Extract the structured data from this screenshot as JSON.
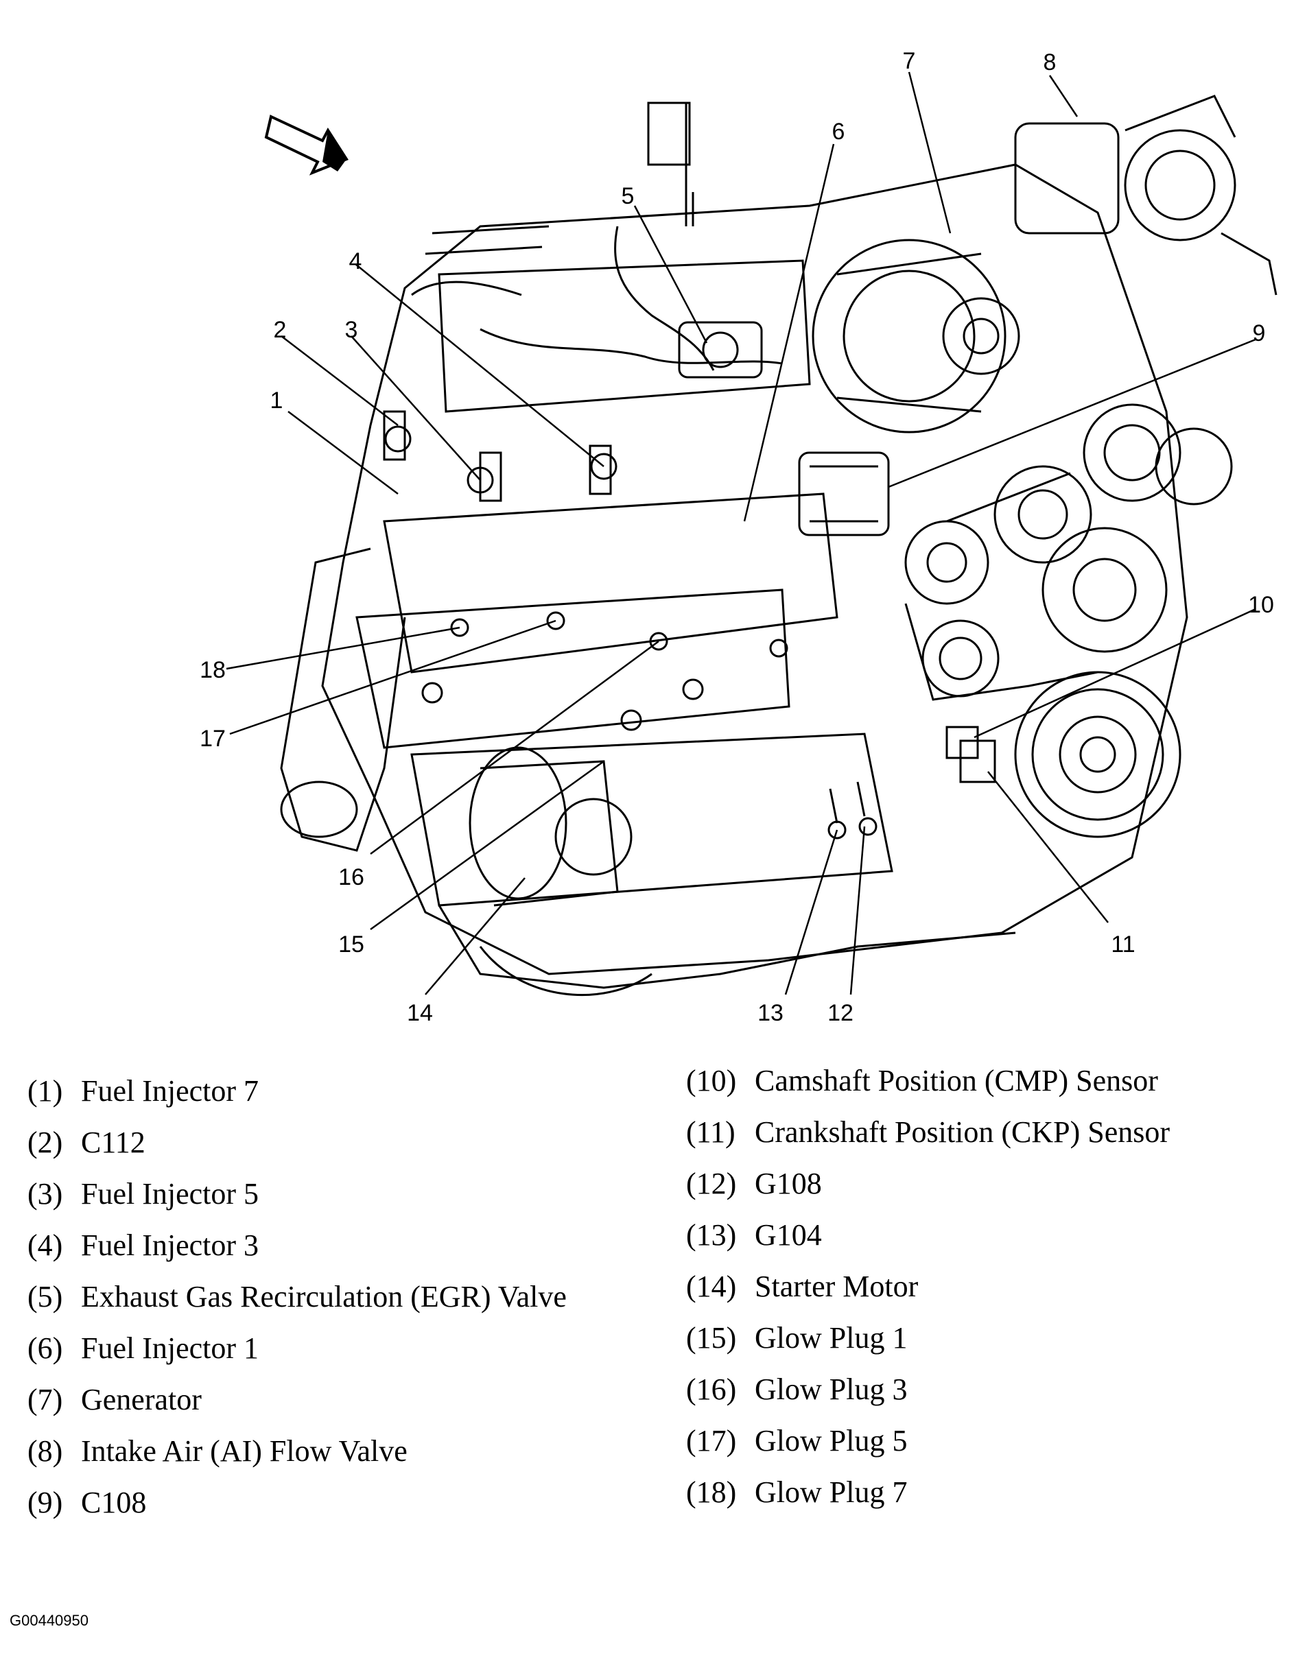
{
  "figure_id": "G00440950",
  "callouts": [
    {
      "num": "1"
    },
    {
      "num": "2"
    },
    {
      "num": "3"
    },
    {
      "num": "4"
    },
    {
      "num": "5"
    },
    {
      "num": "6"
    },
    {
      "num": "7"
    },
    {
      "num": "8"
    },
    {
      "num": "9"
    },
    {
      "num": "10"
    },
    {
      "num": "11"
    },
    {
      "num": "12"
    },
    {
      "num": "13"
    },
    {
      "num": "14"
    },
    {
      "num": "15"
    },
    {
      "num": "16"
    },
    {
      "num": "17"
    },
    {
      "num": "18"
    }
  ],
  "legend": {
    "left": [
      {
        "num": "(1)",
        "text": "Fuel Injector 7"
      },
      {
        "num": "(2)",
        "text": "C112"
      },
      {
        "num": "(3)",
        "text": "Fuel Injector 5"
      },
      {
        "num": "(4)",
        "text": "Fuel Injector 3"
      },
      {
        "num": "(5)",
        "text": "Exhaust Gas Recirculation (EGR) Valve"
      },
      {
        "num": "(6)",
        "text": "Fuel Injector 1"
      },
      {
        "num": "(7)",
        "text": "Generator"
      },
      {
        "num": "(8)",
        "text": "Intake Air (AI) Flow Valve"
      },
      {
        "num": "(9)",
        "text": "C108"
      }
    ],
    "right": [
      {
        "num": "(10)",
        "text": "Camshaft Position (CMP) Sensor"
      },
      {
        "num": "(11)",
        "text": "Crankshaft Position (CKP) Sensor"
      },
      {
        "num": "(12)",
        "text": "G108"
      },
      {
        "num": "(13)",
        "text": "G104"
      },
      {
        "num": "(14)",
        "text": "Starter Motor"
      },
      {
        "num": "(15)",
        "text": "Glow Plug 1"
      },
      {
        "num": "(16)",
        "text": "Glow Plug 3"
      },
      {
        "num": "(17)",
        "text": "Glow Plug 5"
      },
      {
        "num": "(18)",
        "text": "Glow Plug 7"
      }
    ]
  }
}
